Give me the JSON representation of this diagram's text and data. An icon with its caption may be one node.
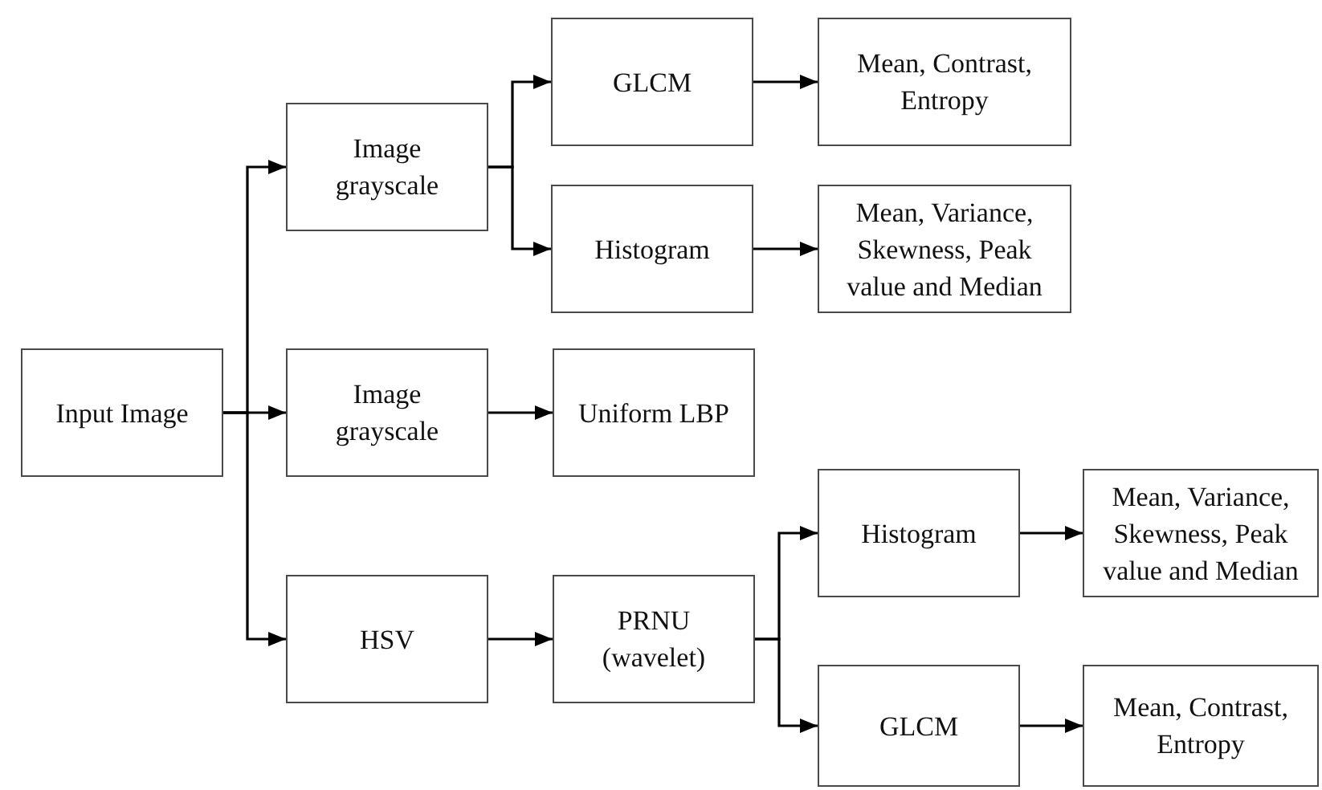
{
  "diagram": {
    "nodes": [
      {
        "text": [
          "Input Image"
        ]
      },
      {
        "text": [
          "Image grayscale"
        ]
      },
      {
        "text": [
          "GLCM"
        ]
      },
      {
        "text": [
          "Mean, Contrast, Entropy"
        ]
      },
      {
        "text": [
          "Histogram"
        ]
      },
      {
        "text": [
          "Mean, Variance, Skewness, Peak value and Median"
        ]
      },
      {
        "text": [
          "Image grayscale"
        ]
      },
      {
        "text": [
          "Uniform LBP"
        ]
      },
      {
        "text": [
          "HSV"
        ]
      },
      {
        "text": [
          "PRNU (wavelet)"
        ]
      },
      {
        "text": [
          "Histogram"
        ]
      },
      {
        "text": [
          "Mean, Variance, Skewness, Peak value and Median"
        ]
      },
      {
        "text": [
          "GLCM"
        ]
      },
      {
        "text": [
          "Mean, Contrast, Entropy"
        ]
      }
    ],
    "edges": [
      {
        "from": 0,
        "to": 1,
        "arrow": "to"
      },
      {
        "from": 0,
        "to": 6,
        "arrow": "to"
      },
      {
        "from": 0,
        "to": 8,
        "arrow": "to"
      },
      {
        "from": 1,
        "to": 2,
        "arrow": "to"
      },
      {
        "from": 1,
        "to": 4,
        "arrow": "to"
      },
      {
        "from": 2,
        "to": 3,
        "arrow": "to"
      },
      {
        "from": 4,
        "to": 5,
        "arrow": "to"
      },
      {
        "from": 6,
        "to": 7,
        "arrow": "to"
      },
      {
        "from": 8,
        "to": 9,
        "arrow": "to"
      },
      {
        "from": 9,
        "to": 10,
        "arrow": "to"
      },
      {
        "from": 9,
        "to": 12,
        "arrow": "to"
      },
      {
        "from": 10,
        "to": 11,
        "arrow": "to"
      },
      {
        "from": 12,
        "to": 13,
        "arrow": "to"
      }
    ]
  }
}
